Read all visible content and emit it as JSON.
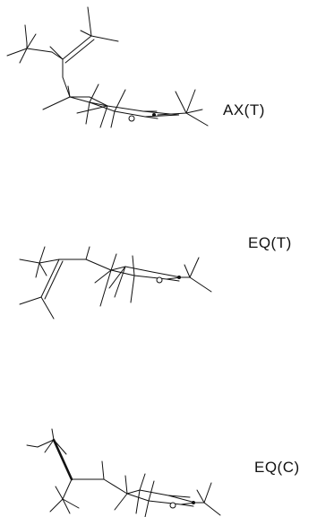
{
  "structures": [
    {
      "label": "AX(T)"
    },
    {
      "label": "EQ(T)"
    },
    {
      "label": "EQ(C)"
    }
  ]
}
